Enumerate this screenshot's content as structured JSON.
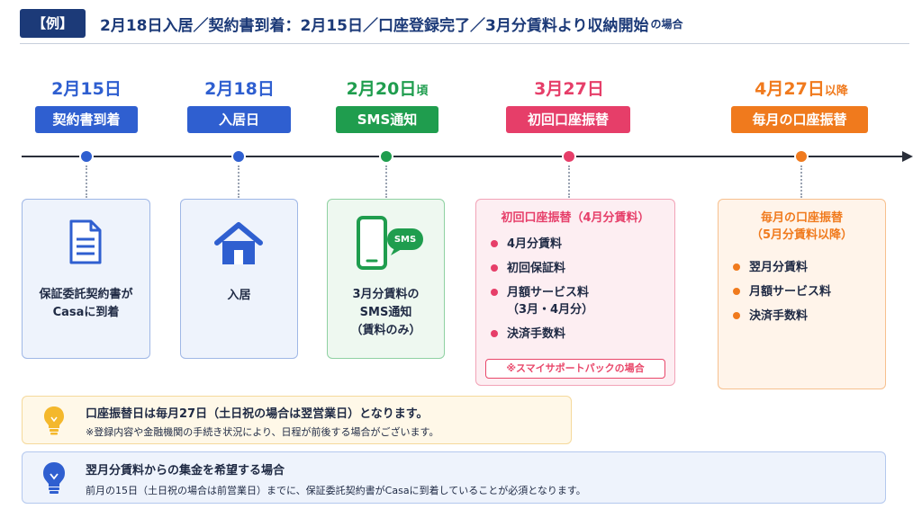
{
  "header": {
    "badge": "【例】",
    "title": "2月18日入居／契約書到着：2月15日／口座登録完了／3月分賃料より収納開始",
    "title_suffix": "の場合"
  },
  "colors": {
    "navy": "#1c3a78",
    "blue": "#2f5fd0",
    "green": "#1f9d4e",
    "pink": "#e63e69",
    "orange": "#f07a1d"
  },
  "timeline": [
    {
      "date": "2月15日",
      "date_suffix": "",
      "label": "契約書到着"
    },
    {
      "date": "2月18日",
      "date_suffix": "",
      "label": "入居日"
    },
    {
      "date": "2月20日",
      "date_suffix": "頃",
      "label": "SMS通知"
    },
    {
      "date": "3月27日",
      "date_suffix": "",
      "label": "初回口座振替"
    },
    {
      "date": "4月27日",
      "date_suffix": "以降",
      "label": "毎月の口座振替"
    }
  ],
  "cards": {
    "contract": {
      "line1": "保証委託契約書が",
      "line2": "Casaに到着"
    },
    "movein": {
      "text": "入居"
    },
    "sms": {
      "bubble": "SMS",
      "line1": "3月分賃料の",
      "line2": "SMS通知",
      "line3": "（賃料のみ）"
    },
    "first": {
      "title": "初回口座振替（4月分賃料）",
      "items": [
        "4月分賃料",
        "初回保証料",
        "月額サービス料",
        "決済手数料"
      ],
      "item_sub": "（3月・4月分）",
      "note": "※スマイサポートパックの場合"
    },
    "monthly": {
      "title1": "毎月の口座振替",
      "title2": "（5月分賃料以降）",
      "items": [
        "翌月分賃料",
        "月額サービス料",
        "決済手数料"
      ]
    }
  },
  "notes": {
    "note1": {
      "main": "口座振替日は毎月27日（土日祝の場合は翌営業日）となります。",
      "sub": "※登録内容や金融機関の手続き状況により、日程が前後する場合がございます。"
    },
    "note2": {
      "main": "翌月分賃料からの集金を希望する場合",
      "sub": "前月の15日（土日祝の場合は前営業日）までに、保証委託契約書がCasaに到着していることが必須となります。"
    }
  }
}
